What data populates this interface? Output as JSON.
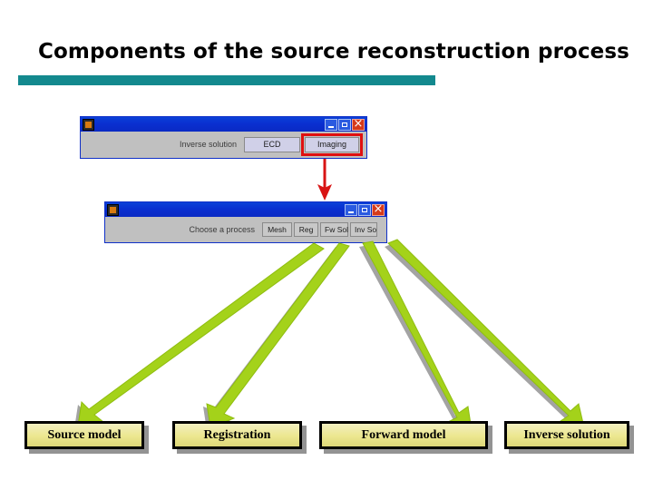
{
  "slide": {
    "title": "Components of the source reconstruction process",
    "accent_color": "#13898e",
    "background": "#ffffff"
  },
  "windows": [
    {
      "id": "inverse-solution",
      "app_icon": "application-icon",
      "prompt": "Inverse solution",
      "controls": {
        "minimize": "minimize-icon",
        "maximize": "maximize-icon",
        "close": "close-icon"
      },
      "buttons": [
        {
          "label": "ECD",
          "highlighted": false
        },
        {
          "label": "Imaging",
          "highlighted": true
        }
      ],
      "highlight_color": "#e01010",
      "titlebar_color": "#0a2fd0",
      "body_color": "#c0c0c0"
    },
    {
      "id": "choose-process",
      "app_icon": "application-icon",
      "prompt": "Choose a process",
      "controls": {
        "minimize": "minimize-icon",
        "maximize": "maximize-icon",
        "close": "close-icon"
      },
      "buttons": [
        {
          "label": "Mesh"
        },
        {
          "label": "Reg"
        },
        {
          "label": "Fw Sol"
        },
        {
          "label": "Inv So"
        }
      ],
      "titlebar_color": "#0a2fd0",
      "body_color": "#c0c0c0"
    }
  ],
  "connectors": {
    "red_arrow": {
      "name": "imaging-to-process-arrow",
      "color": "#d81414",
      "from": "Imaging",
      "to": "Choose a process"
    },
    "green_arrows": {
      "name": "process-to-component-arrows",
      "color": "#a4d21a",
      "shadow_color": "#808080",
      "count": 4,
      "mapping": [
        {
          "from": "Mesh",
          "to": "Source model"
        },
        {
          "from": "Reg",
          "to": "Registration"
        },
        {
          "from": "Fw Sol",
          "to": "Forward model"
        },
        {
          "from": "Inv So",
          "to": "Inverse solution"
        }
      ]
    }
  },
  "components": [
    {
      "label": "Source model"
    },
    {
      "label": "Registration"
    },
    {
      "label": "Forward model"
    },
    {
      "label": "Inverse solution"
    }
  ]
}
